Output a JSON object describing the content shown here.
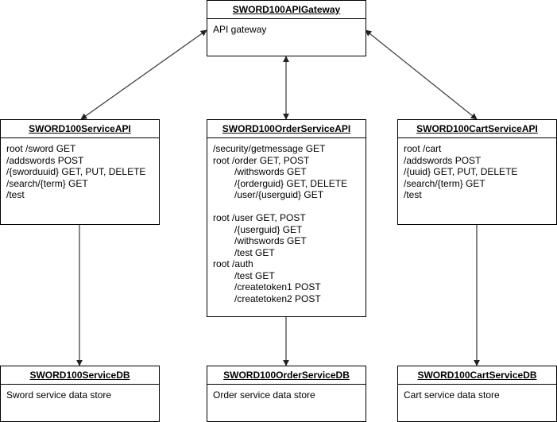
{
  "diagram": {
    "gateway": {
      "title": "SWORD100APIGateway",
      "description": "API gateway"
    },
    "services": [
      {
        "title": "SWORD100ServiceAPI",
        "lines": [
          {
            "text": "root /sword GET",
            "indent": false
          },
          {
            "text": "/addswords POST",
            "indent": false
          },
          {
            "text": "/{sworduuid} GET, PUT, DELETE",
            "indent": false
          },
          {
            "text": "/search/{term} GET",
            "indent": false
          },
          {
            "text": "/test",
            "indent": false
          }
        ]
      },
      {
        "title": "SWORD100OrderServiceAPI",
        "lines": [
          {
            "text": "/security/getmessage GET",
            "indent": false
          },
          {
            "text": "root /order GET, POST",
            "indent": false
          },
          {
            "text": "/withswords GET",
            "indent": true
          },
          {
            "text": "/{orderguid} GET, DELETE",
            "indent": true
          },
          {
            "text": "/user/{userguid} GET",
            "indent": true
          },
          {
            "text": "",
            "indent": false
          },
          {
            "text": "root /user GET, POST",
            "indent": false
          },
          {
            "text": "/{userguid} GET",
            "indent": true
          },
          {
            "text": "/withswords GET",
            "indent": true
          },
          {
            "text": "/test GET",
            "indent": true
          },
          {
            "text": "root /auth",
            "indent": false
          },
          {
            "text": "/test GET",
            "indent": true
          },
          {
            "text": "/createtoken1 POST",
            "indent": true
          },
          {
            "text": "/createtoken2 POST",
            "indent": true
          }
        ]
      },
      {
        "title": "SWORD100CartServiceAPI",
        "lines": [
          {
            "text": "root /cart",
            "indent": false
          },
          {
            "text": "/addswords POST",
            "indent": false
          },
          {
            "text": "/{uuid} GET, PUT, DELETE",
            "indent": false
          },
          {
            "text": "/search/{term} GET",
            "indent": false
          },
          {
            "text": "/test",
            "indent": false
          }
        ]
      }
    ],
    "databases": [
      {
        "title": "SWORD100ServiceDB",
        "description": "Sword service data store"
      },
      {
        "title": "SWORD100OrderServiceDB",
        "description": "Order service data store"
      },
      {
        "title": "SWORD100CartServiceDB",
        "description": "Cart service data store"
      }
    ],
    "colors": {
      "stroke": "#000000",
      "fill": "#ffffff",
      "connector": "#444444"
    }
  }
}
